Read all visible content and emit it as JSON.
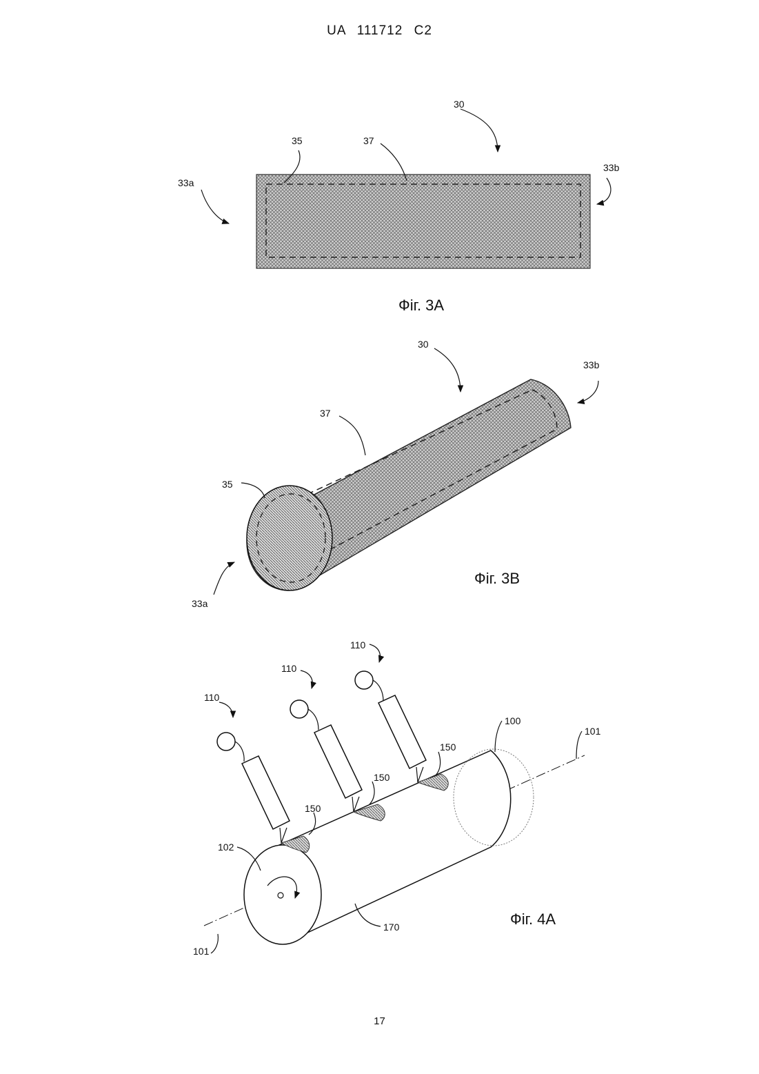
{
  "header": "UA 111712 C2",
  "page_number": "17",
  "fig3a": {
    "caption": "Фіг. 3А",
    "labels": {
      "l30": "30",
      "l35": "35",
      "l37": "37",
      "l33a": "33a",
      "l33b": "33b"
    }
  },
  "fig3b": {
    "caption": "Фіг. 3В",
    "labels": {
      "l30": "30",
      "l33b": "33b",
      "l37": "37",
      "l35": "35",
      "l33a": "33a"
    }
  },
  "fig4a": {
    "caption": "Фіг. 4А",
    "labels": {
      "l110a": "110",
      "l110b": "110",
      "l110c": "110",
      "l100": "100",
      "l101a": "101",
      "l101b": "101",
      "l150a": "150",
      "l150b": "150",
      "l150c": "150",
      "l102": "102",
      "l170": "170"
    }
  }
}
